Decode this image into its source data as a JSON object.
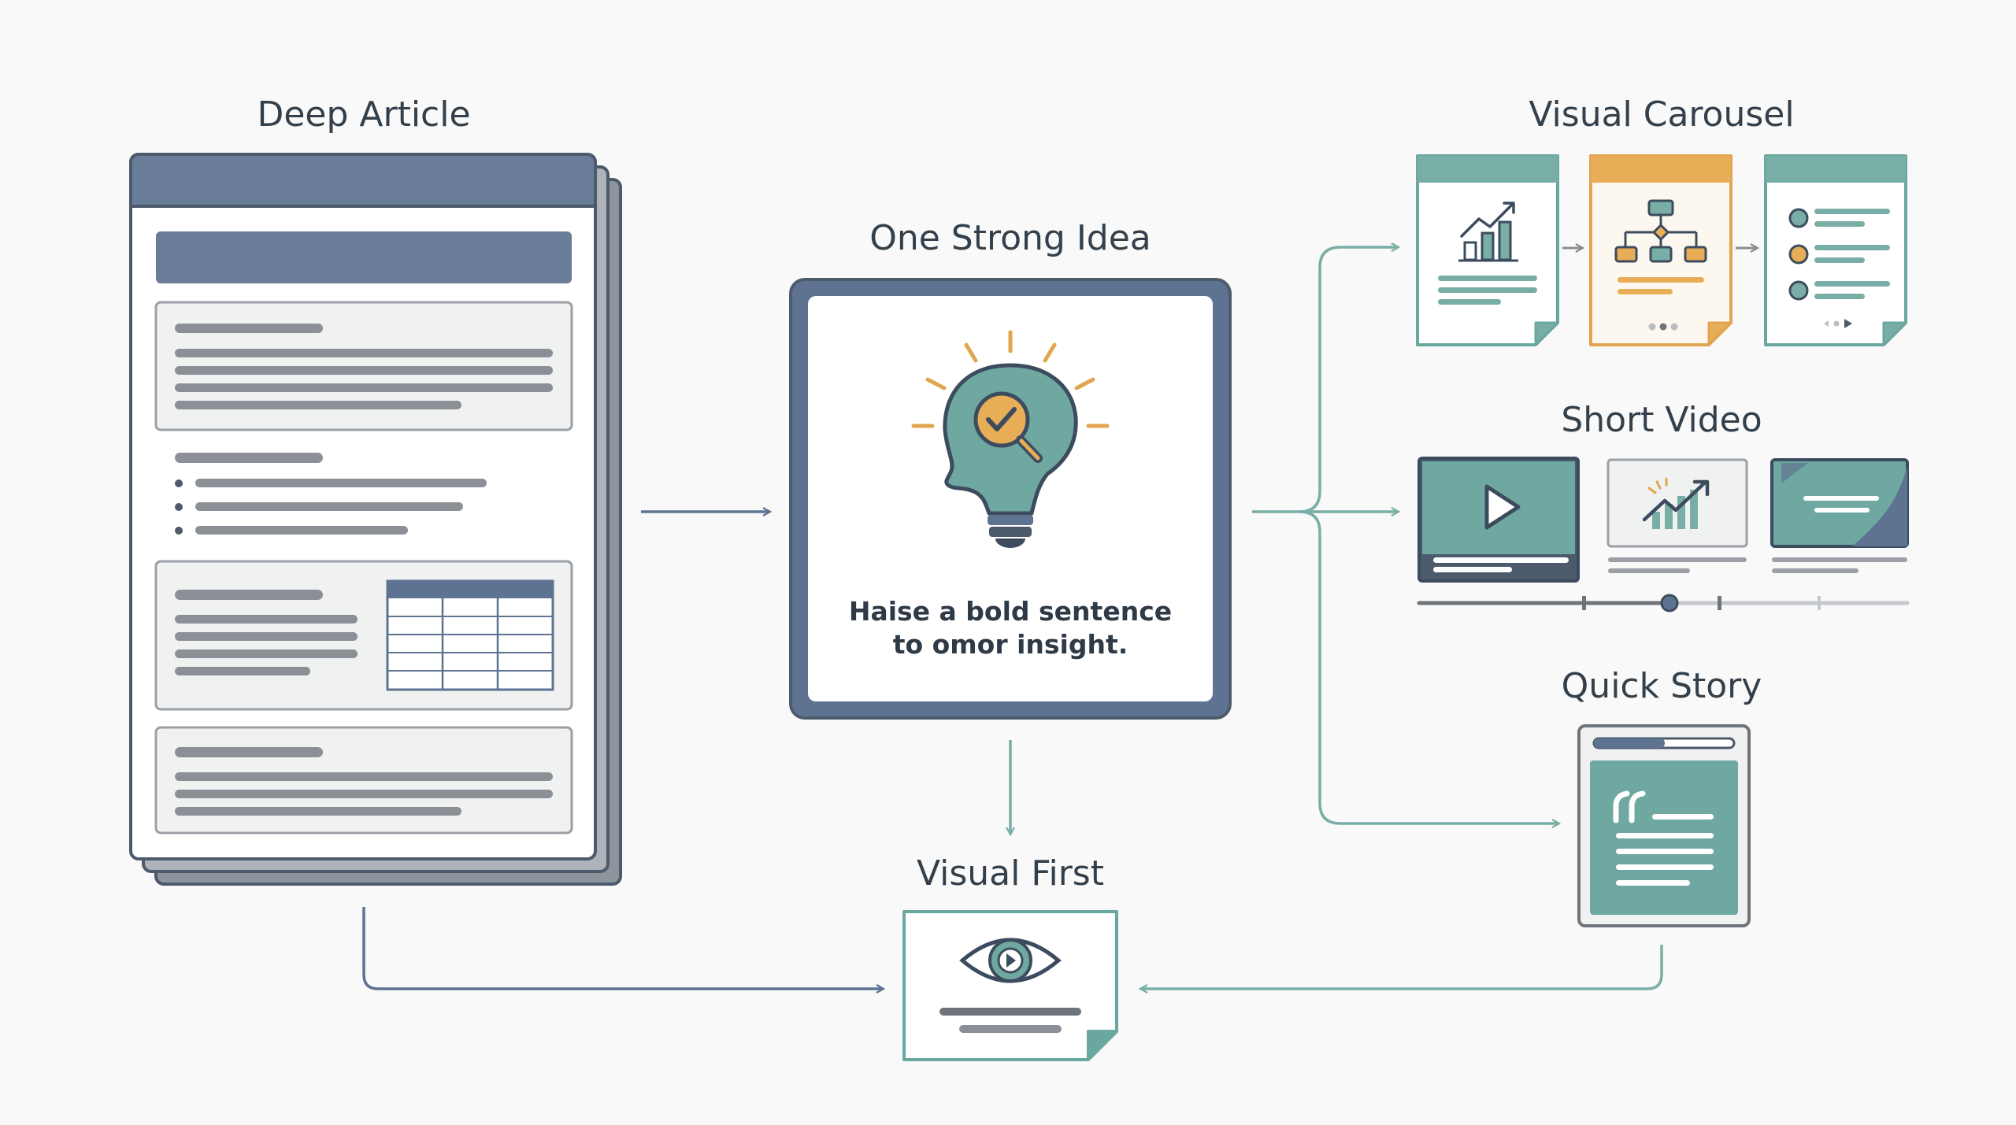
{
  "nodes": {
    "deep_article": {
      "label": "Deep Article"
    },
    "strong_idea": {
      "label": "One Strong Idea",
      "sentence_line1": "Haise a bold sentence",
      "sentence_line2": "to omor insight."
    },
    "visual_first": {
      "label": "Visual First"
    },
    "visual_carousel": {
      "label": "Visual Carousel"
    },
    "short_video": {
      "label": "Short Video"
    },
    "quick_story": {
      "label": "Quick Story"
    }
  },
  "icons": {
    "idea": "lightbulb-head-icon",
    "visual_first": "eye-play-icon",
    "quote": "quote-icon",
    "play": "play-icon",
    "chart": "bar-chart-icon",
    "flow": "flowchart-icon",
    "list": "bullet-list-icon"
  },
  "colors": {
    "slate": "#5e7392",
    "slate_dark": "#4d5a6b",
    "teal": "#6aa89f",
    "teal_light": "#79aea6",
    "orange": "#e2a54f",
    "gray": "#8a8d91"
  }
}
